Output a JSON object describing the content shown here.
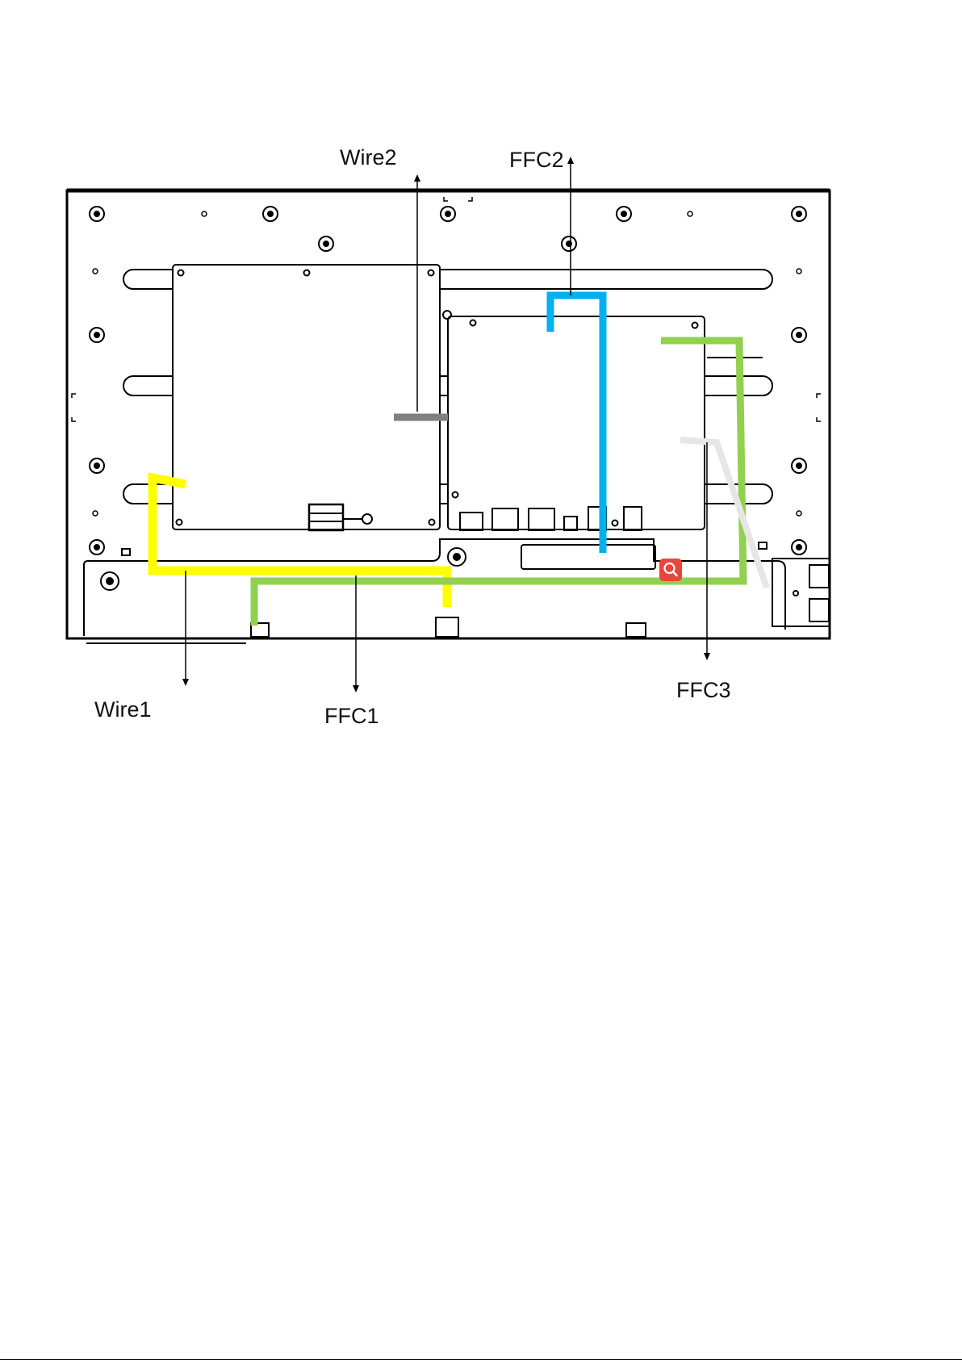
{
  "labels": {
    "wire2": "Wire2",
    "ffc2": "FFC2",
    "wire1": "Wire1",
    "ffc1": "FFC1",
    "ffc3": "FFC3"
  },
  "colors": {
    "wire1": "#ffff00",
    "wire2": "#7f7f7f",
    "ffc1": "#92d050",
    "ffc2": "#00b0f0",
    "ffc3": "#e6e6e6",
    "outline": "#000000",
    "search_badge": "#e8463c"
  },
  "icons": {
    "search_badge": "search-icon"
  }
}
